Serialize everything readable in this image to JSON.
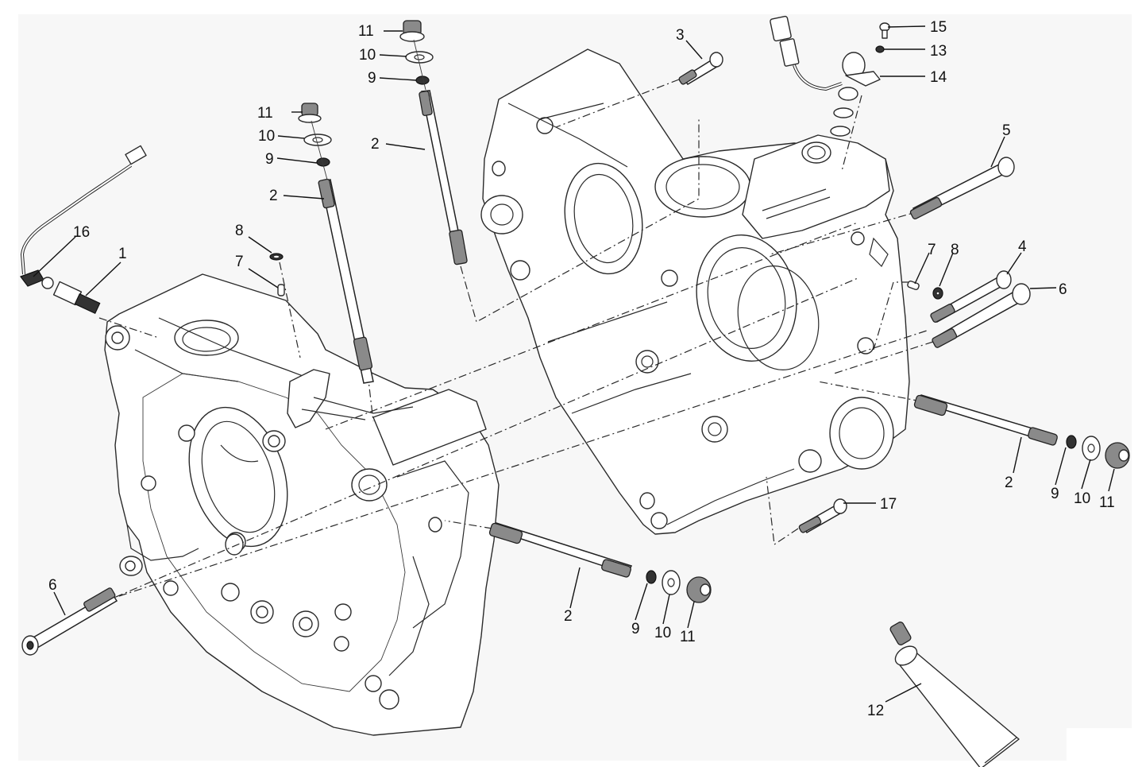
{
  "diagram": {
    "title": "",
    "type": "exploded parts diagram",
    "subject": "engine crankcase halves with fasteners",
    "colors": {
      "background": "#ffffff",
      "panel": "#f7f7f7",
      "ink": "#2a2a2a"
    },
    "callouts": [
      {
        "id": "c1",
        "label": "1",
        "part": "sensor"
      },
      {
        "id": "c16",
        "label": "16",
        "part": "sensor-cable-connector"
      },
      {
        "id": "c2a",
        "label": "2",
        "part": "stud"
      },
      {
        "id": "c2b",
        "label": "2",
        "part": "stud"
      },
      {
        "id": "c2c",
        "label": "2",
        "part": "stud"
      },
      {
        "id": "c2d",
        "label": "2",
        "part": "stud"
      },
      {
        "id": "c3",
        "label": "3",
        "part": "bolt"
      },
      {
        "id": "c4",
        "label": "4",
        "part": "bolt"
      },
      {
        "id": "c5",
        "label": "5",
        "part": "bolt"
      },
      {
        "id": "c6a",
        "label": "6",
        "part": "bolt"
      },
      {
        "id": "c6b",
        "label": "6",
        "part": "bolt"
      },
      {
        "id": "c7a",
        "label": "7",
        "part": "dowel-pin"
      },
      {
        "id": "c7b",
        "label": "7",
        "part": "dowel-pin"
      },
      {
        "id": "c8a",
        "label": "8",
        "part": "o-ring"
      },
      {
        "id": "c8b",
        "label": "8",
        "part": "o-ring"
      },
      {
        "id": "c9a",
        "label": "9",
        "part": "seal-washer"
      },
      {
        "id": "c9b",
        "label": "9",
        "part": "seal-washer"
      },
      {
        "id": "c9c",
        "label": "9",
        "part": "seal-washer"
      },
      {
        "id": "c9d",
        "label": "9",
        "part": "seal-washer"
      },
      {
        "id": "c10a",
        "label": "10",
        "part": "washer"
      },
      {
        "id": "c10b",
        "label": "10",
        "part": "washer"
      },
      {
        "id": "c10c",
        "label": "10",
        "part": "washer"
      },
      {
        "id": "c10d",
        "label": "10",
        "part": "washer"
      },
      {
        "id": "c11a",
        "label": "11",
        "part": "flange-nut"
      },
      {
        "id": "c11b",
        "label": "11",
        "part": "flange-nut"
      },
      {
        "id": "c11c",
        "label": "11",
        "part": "flange-nut"
      },
      {
        "id": "c11d",
        "label": "11",
        "part": "flange-nut"
      },
      {
        "id": "c12",
        "label": "12",
        "part": "sealant-tube"
      },
      {
        "id": "c13",
        "label": "13",
        "part": "washer"
      },
      {
        "id": "c14",
        "label": "14",
        "part": "neutral-sensor"
      },
      {
        "id": "c15",
        "label": "15",
        "part": "screw"
      },
      {
        "id": "c17",
        "label": "17",
        "part": "bolt"
      }
    ]
  }
}
